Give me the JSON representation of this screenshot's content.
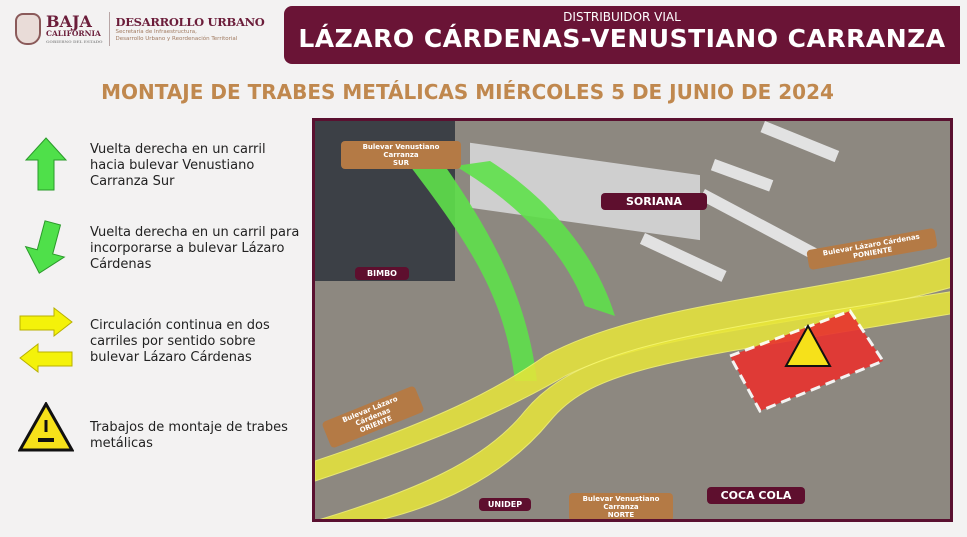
{
  "header": {
    "logo_top": "BAJA",
    "logo_bottom": "CALIFORNIA",
    "logo_caption": "GOBIERNO DEL ESTADO",
    "dept": "DESARROLLO URBANO",
    "dept_sub1": "Secretaría de Infraestructura,",
    "dept_sub2": "Desarrollo Urbano y Reordenación Territorial"
  },
  "banner": {
    "subtitle": "DISTRIBUIDOR VIAL",
    "title": "LÁZARO CÁRDENAS-VENUSTIANO CARRANZA"
  },
  "page_title": "MONTAJE DE TRABES METÁLICAS MIÉRCOLES 5 DE JUNIO DE 2024",
  "legend": [
    {
      "icon": "green-arrow-up-icon",
      "text": "Vuelta derecha en un carril hacia bulevar Venustiano Carranza Sur"
    },
    {
      "icon": "green-arrow-down-icon",
      "text": "Vuelta derecha en un carril para incorporarse a bulevar Lázaro Cárdenas"
    },
    {
      "icon": "yellow-bidirectional-arrows-icon",
      "text": "Circulación continua en dos carriles por sentido sobre bulevar Lázaro Cárdenas"
    },
    {
      "icon": "warning-crane-icon",
      "text": "Trabajos de montaje de trabes metálicas"
    }
  ],
  "map": {
    "places": {
      "soriana": "SORIANA",
      "bimbo": "BIMBO",
      "unidep": "UNIDEP",
      "coca_cola": "COCA COLA"
    },
    "roads": {
      "vc_sur_1": "Bulevar Venustiano Carranza",
      "vc_sur_2": "SUR",
      "lc_poniente_1": "Bulevar Lázaro Cárdenas",
      "lc_poniente_2": "PONIENTE",
      "lc_oriente_1": "Bulevar Lázaro Cárdenas",
      "lc_oriente_2": "ORIENTE",
      "vc_norte_1": "Bulevar Venustiano Carranza",
      "vc_norte_2": "NORTE"
    }
  },
  "colors": {
    "maroon": "#6a1436",
    "title": "#c0884e",
    "green": "#5ee04a",
    "yellow": "#e8e63a",
    "work_zone": "#e8322e"
  }
}
